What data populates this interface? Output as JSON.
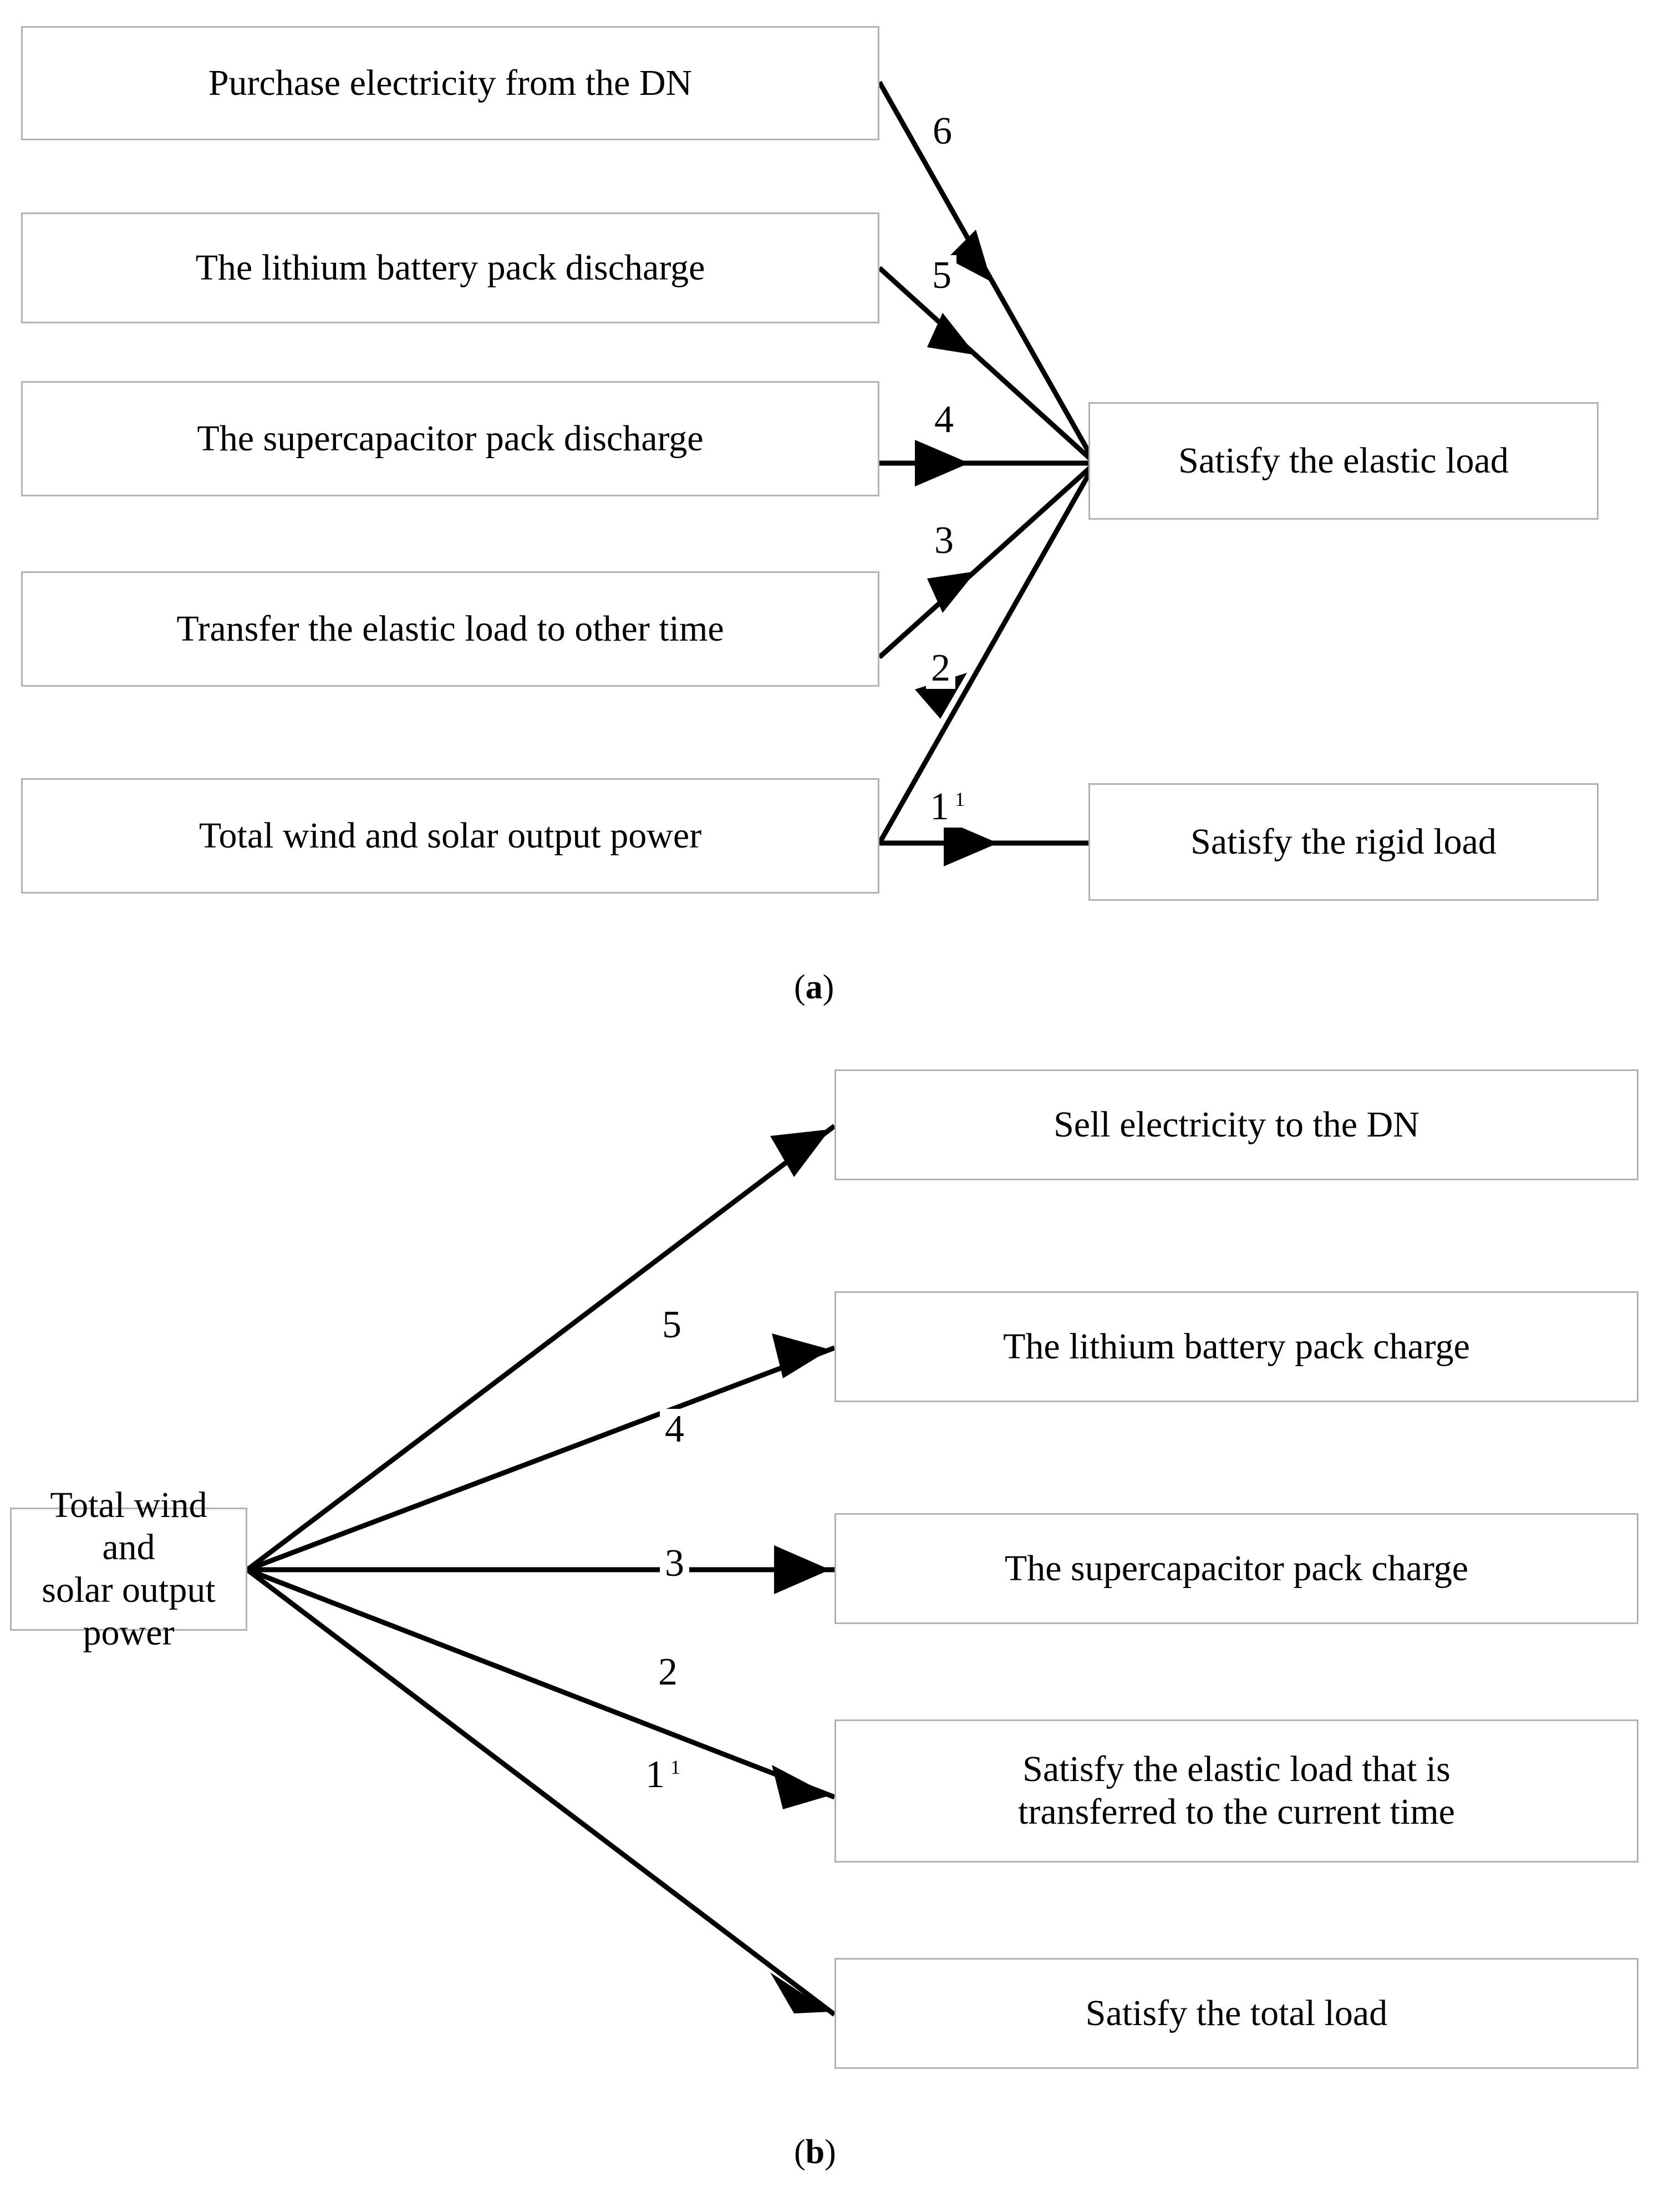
{
  "figure": {
    "panels": [
      {
        "id": "a",
        "caption_open": "(",
        "caption_letter": "a",
        "caption_close": ")",
        "source_nodes": [
          {
            "label": "Purchase electricity from the DN"
          },
          {
            "label": "The lithium battery pack discharge"
          },
          {
            "label": "The supercapacitor pack discharge"
          },
          {
            "label": "Transfer the elastic load to other time"
          },
          {
            "label": "Total wind and solar output power"
          }
        ],
        "target_nodes": [
          {
            "label": "Satisfy the elastic load"
          },
          {
            "label": "Satisfy the rigid load"
          }
        ],
        "edges": [
          {
            "label": "6",
            "sup": "",
            "from": "Purchase electricity from the DN",
            "to": "Satisfy the elastic load"
          },
          {
            "label": "5",
            "sup": "",
            "from": "The lithium battery pack discharge",
            "to": "Satisfy the elastic load"
          },
          {
            "label": "4",
            "sup": "",
            "from": "The supercapacitor pack discharge",
            "to": "Satisfy the elastic load"
          },
          {
            "label": "3",
            "sup": "",
            "from": "Transfer the elastic load to other time",
            "to": "Satisfy the elastic load"
          },
          {
            "label": "2",
            "sup": "",
            "from": "Total wind and solar output power",
            "to": "Satisfy the elastic load"
          },
          {
            "label": "1",
            "sup": "1",
            "from": "Total wind and solar output power",
            "to": "Satisfy the rigid load"
          }
        ]
      },
      {
        "id": "b",
        "caption_open": "(",
        "caption_letter": "b",
        "caption_close": ")",
        "source_nodes": [
          {
            "label": "Total wind and\nsolar output power"
          }
        ],
        "target_nodes": [
          {
            "label": "Sell electricity to the DN"
          },
          {
            "label": "The lithium battery pack charge"
          },
          {
            "label": "The supercapacitor pack charge"
          },
          {
            "label": "Satisfy the elastic load that is\ntransferred to the current time"
          },
          {
            "label": "Satisfy the total load"
          }
        ],
        "edges": [
          {
            "label": "5",
            "sup": "",
            "from": "Total wind and solar output power",
            "to": "Sell electricity to the DN"
          },
          {
            "label": "4",
            "sup": "",
            "from": "Total wind and solar output power",
            "to": "The lithium battery pack charge"
          },
          {
            "label": "3",
            "sup": "",
            "from": "Total wind and solar output power",
            "to": "The supercapacitor pack charge"
          },
          {
            "label": "2",
            "sup": "",
            "from": "Total wind and solar output power",
            "to": "Satisfy the elastic load that is transferred to the current time"
          },
          {
            "label": "1",
            "sup": "1",
            "from": "Total wind and solar output power",
            "to": "Satisfy the total load"
          }
        ]
      }
    ],
    "colors": {
      "box_border": "#b3b3b3",
      "arrow": "#000000",
      "text": "#000000",
      "background": "#ffffff"
    }
  },
  "panel_a": {
    "box_purchase": "Purchase electricity from the DN",
    "box_lithium_discharge": "The lithium battery pack discharge",
    "box_supercap_discharge": "The supercapacitor pack discharge",
    "box_transfer_elastic": "Transfer the elastic load to other time",
    "box_wind_solar": "Total wind and solar output power",
    "box_elastic_load": "Satisfy the elastic load",
    "box_rigid_load": "Satisfy the rigid load",
    "label_6": "6",
    "label_5": "5",
    "label_4": "4",
    "label_3": "3",
    "label_2": "2",
    "label_1": "1",
    "label_1_sup": "1",
    "caption": "(a)"
  },
  "panel_b": {
    "box_wind_solar_line1": "Total wind and",
    "box_wind_solar_line2": "solar output power",
    "box_sell_dn": "Sell electricity to the DN",
    "box_lithium_charge": "The lithium battery pack charge",
    "box_supercap_charge": "The supercapacitor pack charge",
    "box_elastic_transferred_line1": "Satisfy the elastic load that is",
    "box_elastic_transferred_line2": "transferred to the current time",
    "box_total_load": "Satisfy the total load",
    "label_5": "5",
    "label_4": "4",
    "label_3": "3",
    "label_2": "2",
    "label_1": "1",
    "label_1_sup": "1",
    "caption": "(b)"
  }
}
